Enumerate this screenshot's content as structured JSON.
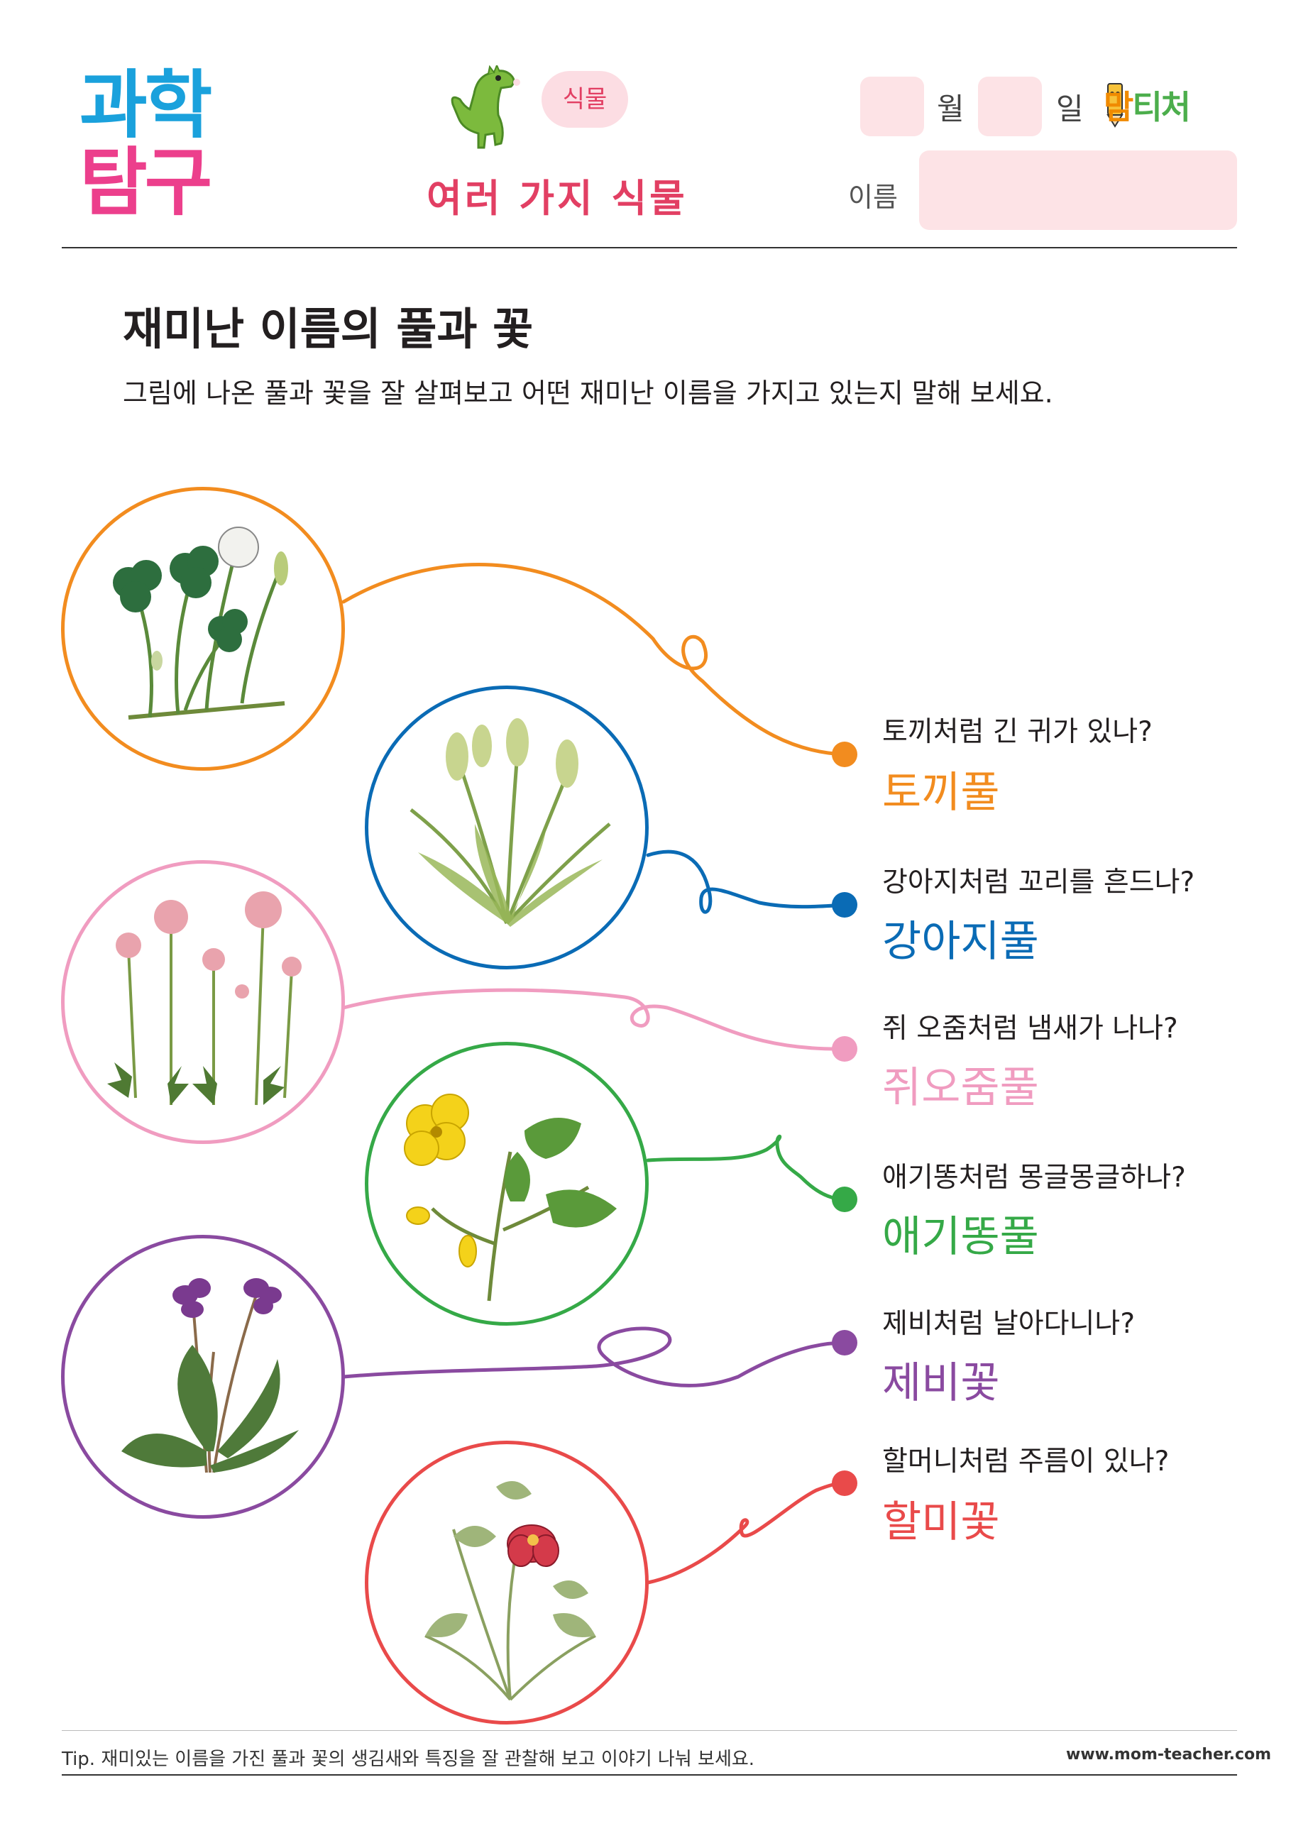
{
  "header": {
    "logo_line1": "과학",
    "logo_line2": "탐구",
    "topic_badge": "식물",
    "worksheet_title": "여러 가지 식물",
    "month_label": "월",
    "day_label": "일",
    "name_label": "이름",
    "brand_prefix": "맘",
    "brand_suffix": "티처"
  },
  "section": {
    "title": "재미난 이름의 풀과 꽃",
    "instruction": "그림에 나온 풀과 꽃을 잘 살펴보고 어떤 재미난 이름을 가지고 있는지 말해 보세요."
  },
  "plants": [
    {
      "question": "토끼처럼 긴 귀가 있나?",
      "answer": "토끼풀",
      "color": "#f28c1f",
      "icon": "clover-plant-icon"
    },
    {
      "question": "강아지처럼 꼬리를 흔드나?",
      "answer": "강아지풀",
      "color": "#0a6bb5",
      "icon": "foxtail-grass-icon"
    },
    {
      "question": "쥐 오줌처럼 냄새가 나나?",
      "answer": "쥐오줌풀",
      "color": "#f09cc0",
      "icon": "valerian-flower-icon"
    },
    {
      "question": "애기똥처럼 몽글몽글하나?",
      "answer": "애기똥풀",
      "color": "#35a947",
      "icon": "celandine-flower-icon"
    },
    {
      "question": "제비처럼 날아다니나?",
      "answer": "제비꽃",
      "color": "#8a4aa0",
      "icon": "violet-flower-icon"
    },
    {
      "question": "할머니처럼 주름이 있나?",
      "answer": "할미꽃",
      "color": "#e94a4a",
      "icon": "pasque-flower-icon"
    }
  ],
  "footer": {
    "tip": "Tip. 재미있는 이름을 가진 풀과 꽃의 생김새와 특징을 잘 관찰해 보고 이야기 나눠 보세요.",
    "url": "www.mom-teacher.com"
  },
  "colors": {
    "title_pink": "#e23f63",
    "box_pink": "#fde3e6",
    "logo_blue": "#1aa1dc",
    "logo_pink": "#ec3f8c"
  }
}
